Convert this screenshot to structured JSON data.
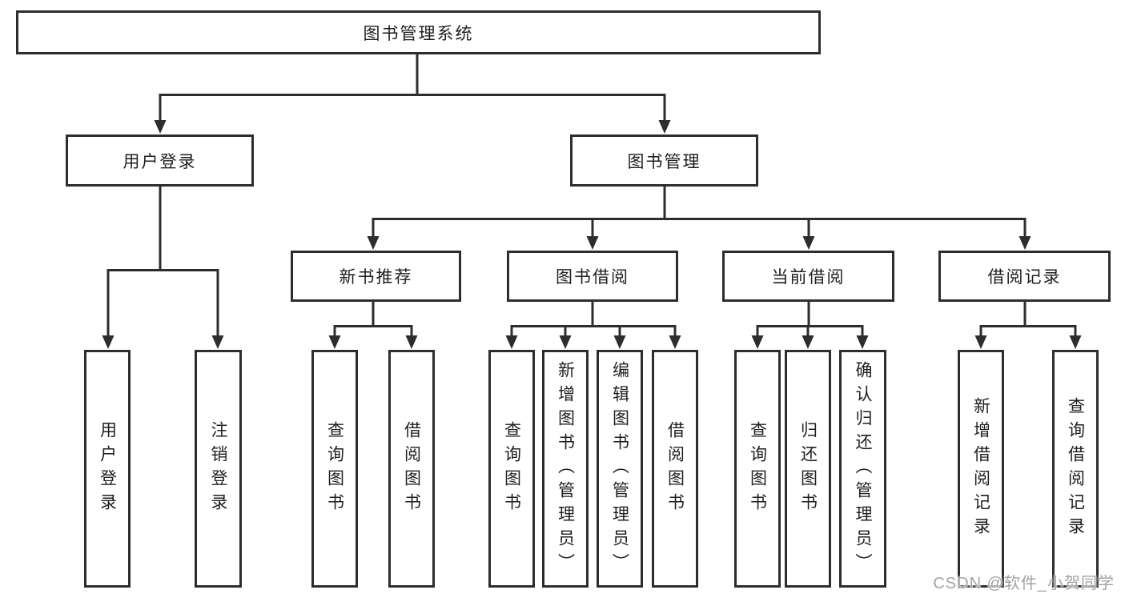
{
  "diagram_title": "图书管理系统",
  "tree": {
    "root": {
      "label": "图书管理系统",
      "children": [
        {
          "label": "用户登录",
          "children": [
            {
              "label": "用户登录"
            },
            {
              "label": "注销登录"
            }
          ]
        },
        {
          "label": "图书管理",
          "children": [
            {
              "label": "新书推荐",
              "children": [
                {
                  "label": "查询图书"
                },
                {
                  "label": "借阅图书"
                }
              ]
            },
            {
              "label": "图书借阅",
              "children": [
                {
                  "label": "查询图书"
                },
                {
                  "label": "新增图书（管理员）"
                },
                {
                  "label": "编辑图书（管理员）"
                },
                {
                  "label": "借阅图书"
                }
              ]
            },
            {
              "label": "当前借阅",
              "children": [
                {
                  "label": "查询图书"
                },
                {
                  "label": "归还图书"
                },
                {
                  "label": "确认归还（管理员）"
                }
              ]
            },
            {
              "label": "借阅记录",
              "children": [
                {
                  "label": "新增借阅记录"
                },
                {
                  "label": "查询借阅记录"
                }
              ]
            }
          ]
        }
      ]
    }
  },
  "watermark": {
    "text": "CSDN @软件_小贺同学"
  },
  "colors": {
    "line": "#2d2d2d",
    "box_border": "#2d2d2d",
    "text": "#1f1f1f",
    "background": "#ffffff",
    "watermark_text": "#a3a3a3"
  }
}
